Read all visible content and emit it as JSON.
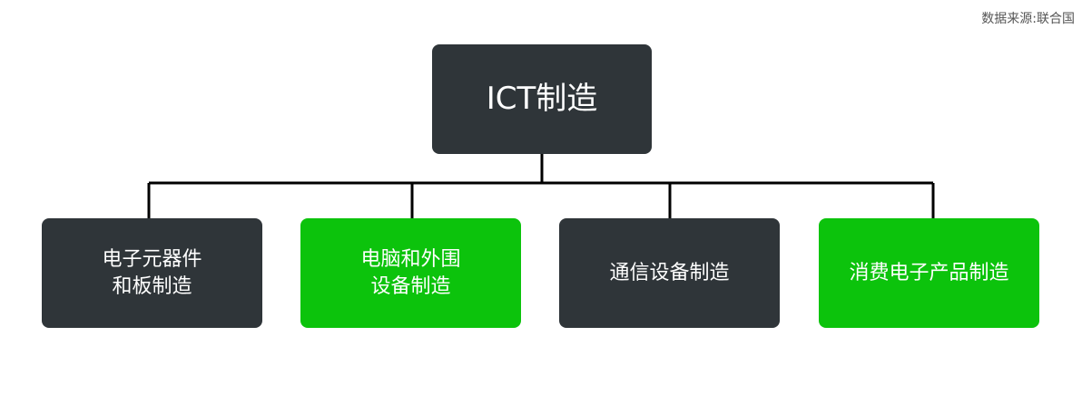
{
  "source": "数据来源:联合国",
  "colors": {
    "dark": "#2f3539",
    "green": "#0cc30c",
    "line": "#000000"
  },
  "root": {
    "label": "ICT制造"
  },
  "children": [
    {
      "label": "电子元器件\n和板制造",
      "color": "dark"
    },
    {
      "label": "电脑和外围\n设备制造",
      "color": "green"
    },
    {
      "label": "通信设备制造",
      "color": "dark"
    },
    {
      "label": "消费电子产品制造",
      "color": "green"
    }
  ]
}
